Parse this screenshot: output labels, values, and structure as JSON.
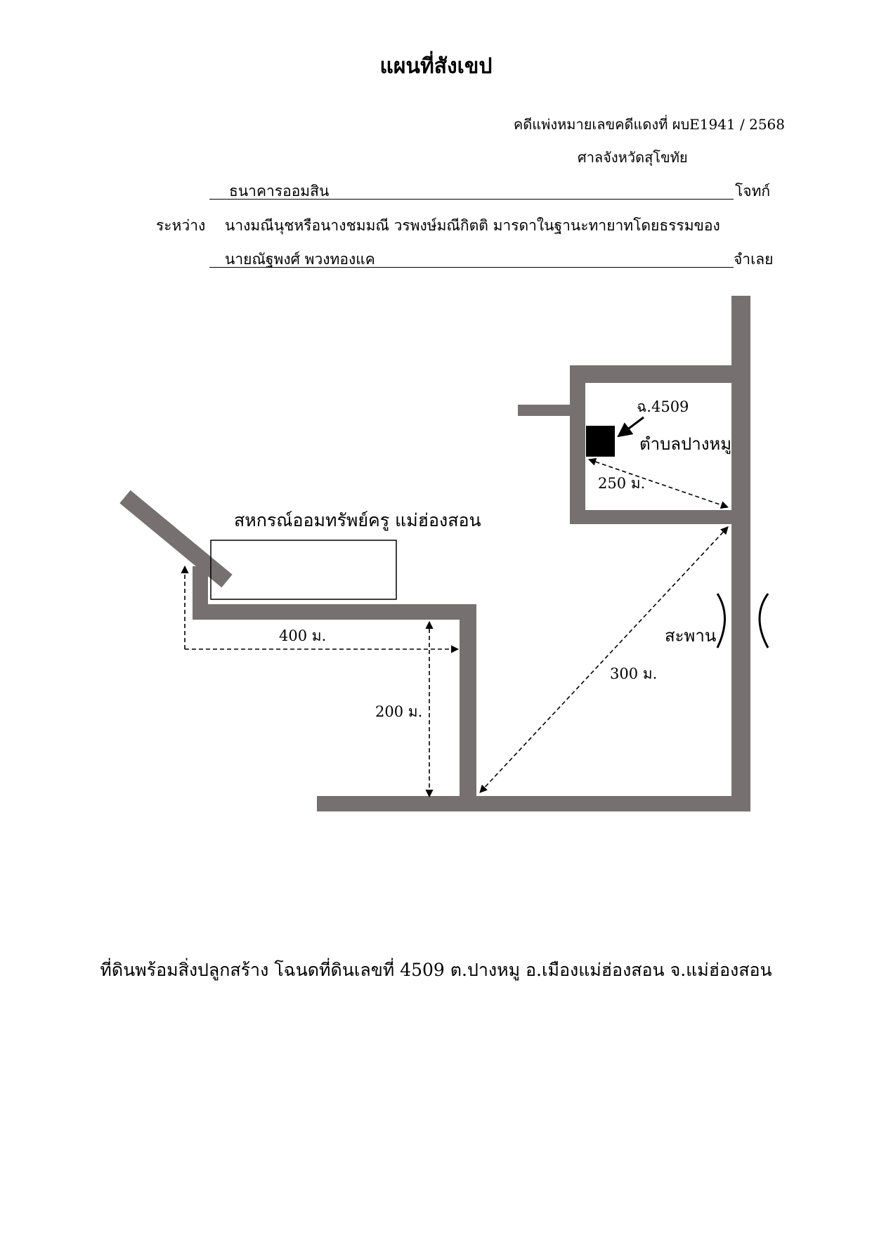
{
  "title": "แผนที่สังเขป",
  "case_number": "คดีแพ่งหมายเลขคดีแดงที่ ผบE1941 / 2568",
  "court": "ศาลจังหวัดสุโขทัย",
  "parties": {
    "plaintiff_name": "ธนาคารออมสิน",
    "plaintiff_role": "โจทก์",
    "between_label": "ระหว่าง",
    "defendant_line1": "นางมณีนุชหรือนางชมมณี วรพงษ์มณีกิตติ มารดาในฐานะทายาทโดยธรรมของ",
    "defendant_line2": "นายณัฐพงศ์ พวงทองแค",
    "defendant_role": "จำเลย"
  },
  "map": {
    "label_deed": "ฉ.4509",
    "label_subdistrict": "ตำบลปางหมู",
    "label_coop": "สหกรณ์ออมทรัพย์ครู แม่ฮ่องสอน",
    "label_bridge": "สะพาน",
    "distance_250": "250 ม.",
    "distance_300": "300 ม.",
    "distance_400": "400 ม.",
    "distance_200": "200 ม.",
    "road_color": "#767070"
  },
  "caption": "ที่ดินพร้อมสิ่งปลูกสร้าง โฉนดที่ดินเลขที่ 4509 ต.ปางหมู อ.เมืองแม่ฮ่องสอน จ.แม่ฮ่องสอน"
}
